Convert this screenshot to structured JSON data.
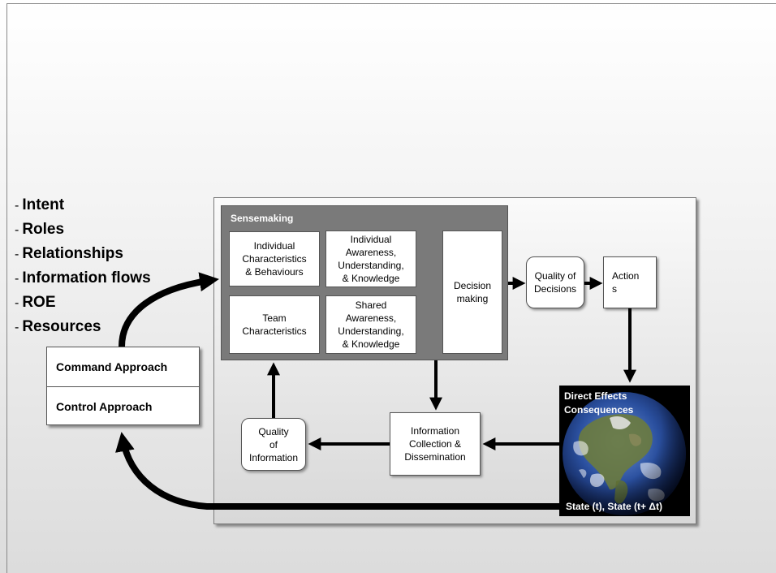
{
  "bullets": [
    {
      "dash": "-",
      "text": "Intent"
    },
    {
      "dash": "-",
      "text": "Roles"
    },
    {
      "dash": "-",
      "text": "Relationships"
    },
    {
      "dash": "-",
      "text": "Information flows"
    },
    {
      "dash": "-",
      "text": "ROE"
    },
    {
      "dash": "-",
      "text": "Resources"
    }
  ],
  "approach": {
    "command": "Command Approach",
    "control": "Control Approach"
  },
  "sensemaking": {
    "title": "Sensemaking",
    "individual_characteristics": "Individual\nCharacteristics\n& Behaviours",
    "individual_awareness": "Individual\nAwareness,\nUnderstanding,\n& Knowledge",
    "team_characteristics": "Team\nCharacteristics",
    "shared_awareness": "Shared\nAwareness,\nUnderstanding,\n& Knowledge",
    "decision_making": "Decision\nmaking"
  },
  "quality_of_decisions": "Quality of\nDecisions",
  "actions": "Action\ns",
  "information_collection": "Information\nCollection &\nDissemination",
  "quality_of_information": "Quality\nof\nInformation",
  "effects": {
    "line1": "Direct Effects",
    "line2": "Consequences",
    "state": "State (t), State (t+ Δt)"
  },
  "colors": {
    "sensemaking_bg": "#7a7a7a",
    "arrow": "#000000",
    "earth_bg": "#000000"
  }
}
